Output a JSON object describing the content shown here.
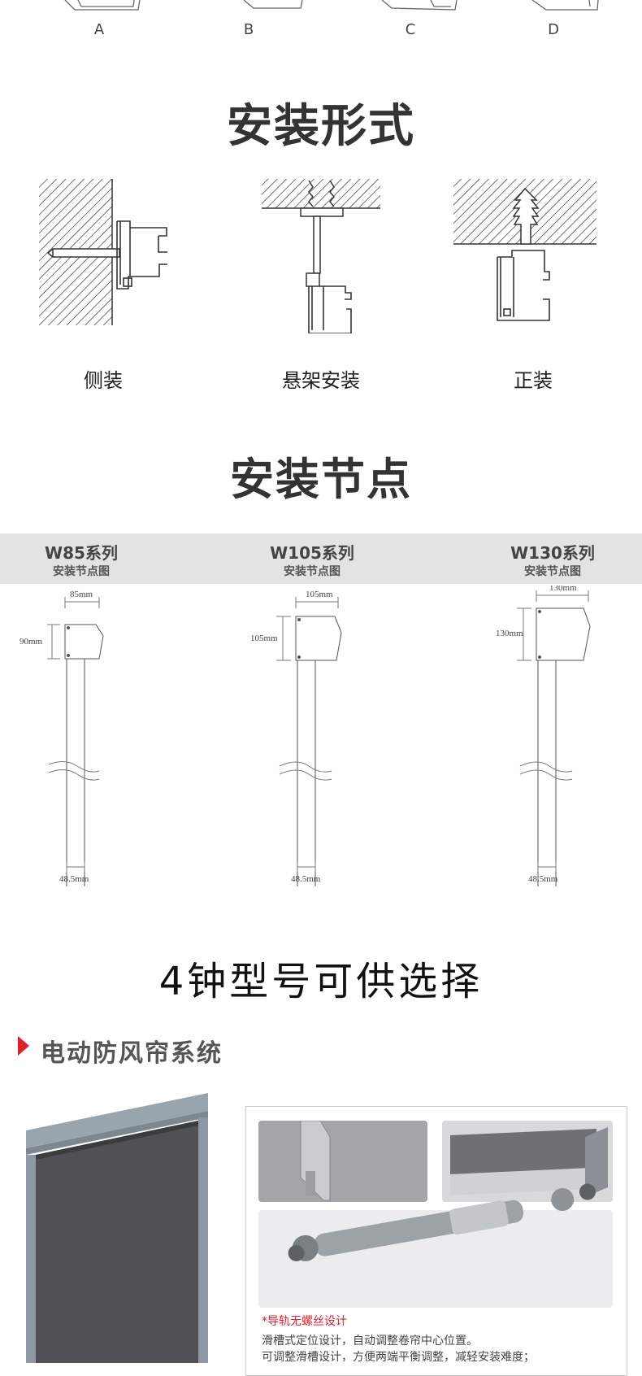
{
  "top_letters": [
    "A",
    "B",
    "C",
    "D"
  ],
  "install_forms": {
    "title": "安装形式",
    "labels": [
      "侧装",
      "悬架安装",
      "正装"
    ]
  },
  "install_nodes": {
    "title": "安装节点",
    "series": [
      {
        "name": "W85系列",
        "sub": "安装节点图",
        "width": "85mm",
        "height": "90mm",
        "bottom": "48.5mm"
      },
      {
        "name": "W105系列",
        "sub": "安装节点图",
        "width": "105mm",
        "height": "105mm",
        "bottom": "48.5mm"
      },
      {
        "name": "W130系列",
        "sub": "安装节点图",
        "width": "130mm",
        "height": "130mm",
        "bottom": "48.5mm"
      }
    ]
  },
  "models_heading": "4钟型号可供选择",
  "electric_section": {
    "title": "电动防风帘系统",
    "feature_note": "*导轨无螺丝设计",
    "feature_lines": [
      "滑槽式定位设计，自动调整卷帘中心位置。",
      "可调整滑槽设计，方便两端平衡调整，减轻安装难度；"
    ]
  },
  "colors": {
    "accent_red": "#e21e2b",
    "band_gray": "#e3e3e3",
    "frame_gray": "#8e99a3",
    "screen_dark": "#4e5256"
  }
}
